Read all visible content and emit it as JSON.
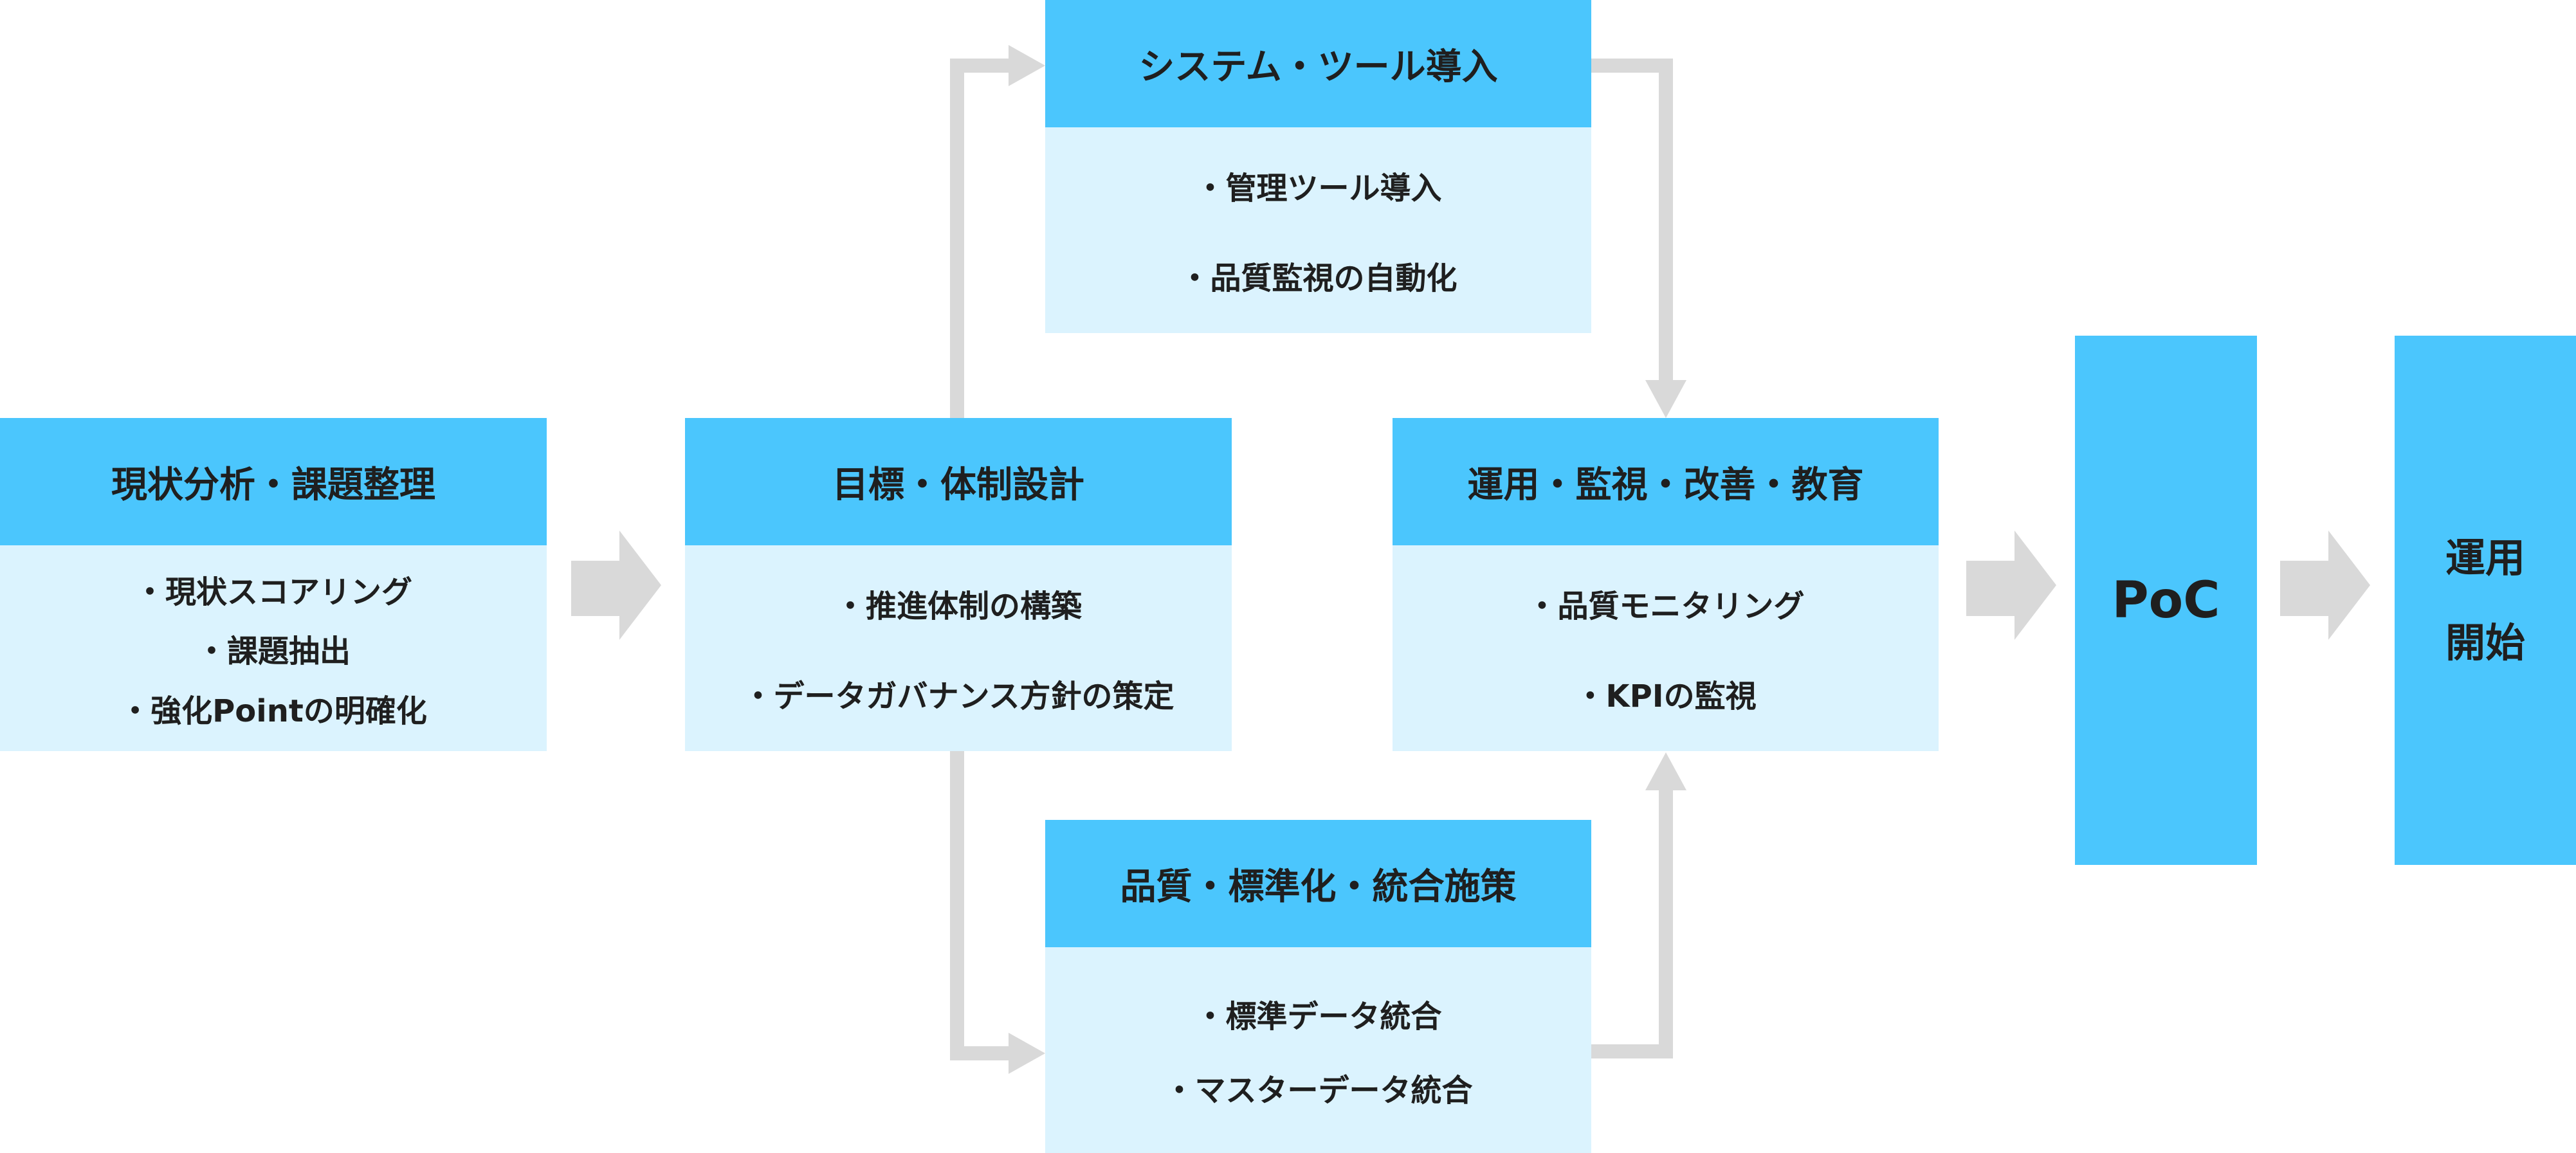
{
  "colors": {
    "header": "#4bc6fd",
    "body": "#dbf3fe",
    "arrow": "#d9d9d9",
    "text": "#1f1f1f"
  },
  "boxes": {
    "analysis": {
      "title": "現状分析・課題整理",
      "items": [
        "・現状スコアリング",
        "・課題抽出",
        "・強化Pointの明確化"
      ]
    },
    "design": {
      "title": "目標・体制設計",
      "items": [
        "・推進体制の構築",
        "・データガバナンス方針の策定"
      ]
    },
    "system": {
      "title": "システム・ツール導入",
      "items": [
        "・管理ツール導入",
        "・品質監視の自動化"
      ]
    },
    "quality": {
      "title": "品質・標準化・統合施策",
      "items": [
        "・標準データ統合",
        "・マスターデータ統合"
      ]
    },
    "operation": {
      "title": "運用・監視・改善・教育",
      "items": [
        "・品質モニタリング",
        "・KPIの監視"
      ]
    }
  },
  "poc": {
    "label": "PoC"
  },
  "start": {
    "line1": "運用",
    "line2": "開始"
  }
}
